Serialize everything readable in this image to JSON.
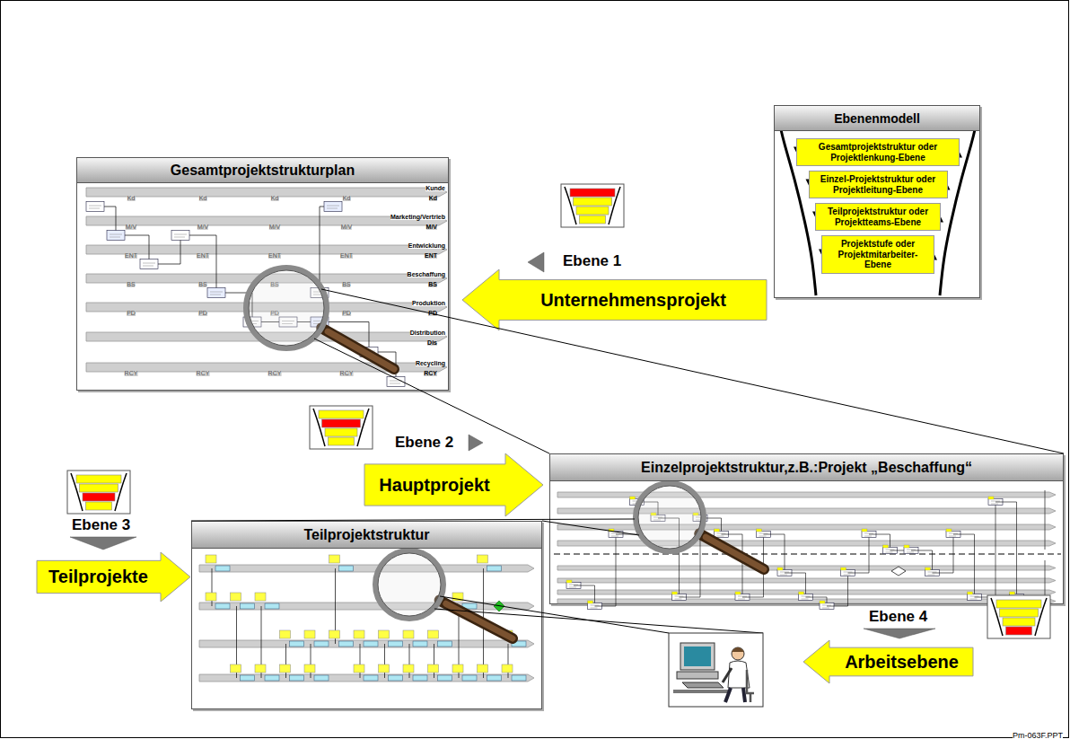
{
  "diagram": {
    "nodes": [
      {
        "text": [
          "Gesamtprojektstrukturplan"
        ]
      },
      {
        "text": [
          "Kd",
          "Kd",
          "Kd",
          "Kd",
          "Kunde",
          "Kd"
        ],
        "in": 0
      },
      {
        "text": [
          "M/V",
          "M/V",
          "M/V",
          "M/V",
          "Marketing/Vertrieb",
          "M/V"
        ],
        "in": 0
      },
      {
        "text": [
          "ENT",
          "ENT",
          "ENT",
          "ENT",
          "Entwicklung",
          "ENT"
        ],
        "in": 0
      },
      {
        "text": [
          "BS",
          "BS",
          "BS",
          "BS",
          "Beschaffung",
          "BS"
        ],
        "in": 0
      },
      {
        "text": [
          "PD",
          "PD",
          "PD",
          "PD",
          "Produktion",
          "PD"
        ],
        "in": 0
      },
      {
        "text": [
          "Distribution",
          "Dis"
        ],
        "in": 0
      },
      {
        "text": [
          "RCY",
          "RCY",
          "RCY",
          "RCY",
          "Recycling",
          "RCY"
        ],
        "in": 0
      },
      {
        "text": [
          "Ebenenmodell"
        ]
      },
      {
        "text": [
          "Gesamtprojektstruktur oder Projektlenkung-Ebene"
        ],
        "in": 8
      },
      {
        "text": [
          "Einzel-Projektstruktur oder Projektleitung-Ebene"
        ],
        "in": 8
      },
      {
        "text": [
          "Teilprojektstruktur oder Projektteams-Ebene"
        ],
        "in": 8
      },
      {
        "text": [
          "Projektstufe oder Projektmitarbeiter-Ebene"
        ],
        "in": 8
      },
      {
        "text": [
          "Unternehmensprojekt"
        ]
      },
      {
        "text": [
          "Einzelprojektstruktur,z.B.:Projekt „Beschaffung“"
        ]
      },
      {
        "text": [
          "Hauptprojekt"
        ]
      },
      {
        "text": [
          "Teilprojektstruktur"
        ]
      },
      {
        "text": [
          "Teilprojekte"
        ]
      },
      {
        "text": [
          "Arbeitsebene"
        ]
      }
    ],
    "labels": [
      "Ebene 1",
      "Ebene 2",
      "Ebene 3",
      "Ebene 4",
      "Pm-063F.PPT"
    ]
  }
}
